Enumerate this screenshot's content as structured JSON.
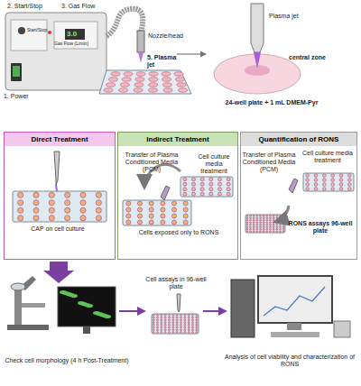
{
  "diagram": {
    "nodes": [
      {
        "text": [
          "Direct Treatment"
        ]
      },
      {
        "text": [
          "Indirect Treatment"
        ]
      },
      {
        "text": [
          "Quantification of RONS"
        ]
      }
    ],
    "labels": [
      "1. Power",
      "2. Start/Stop",
      "3. Gas Flow",
      "Start/Stop",
      "3.0",
      "Gas Flow (L/min)",
      "Nozzle/head",
      "5. Plasma jet",
      "Plasma jet",
      "central zone",
      "24-well plate + 1 mL DMEM-Pyr",
      "CAP on cell culture",
      "Transfer of Plasma Conditioned Media (PCM)",
      "Cell culture media treatment",
      "Cells exposed only to RONS",
      "Transfer of Plasma Conditioned Media (PCM)",
      "Cell culture media treatment",
      "RONS assays 96-well plate",
      "Check cell morphology (4 h Post-Treatment)",
      "Cell assays in 96-well plate",
      "Analysis of cell viability and characterization of RONS"
    ]
  }
}
